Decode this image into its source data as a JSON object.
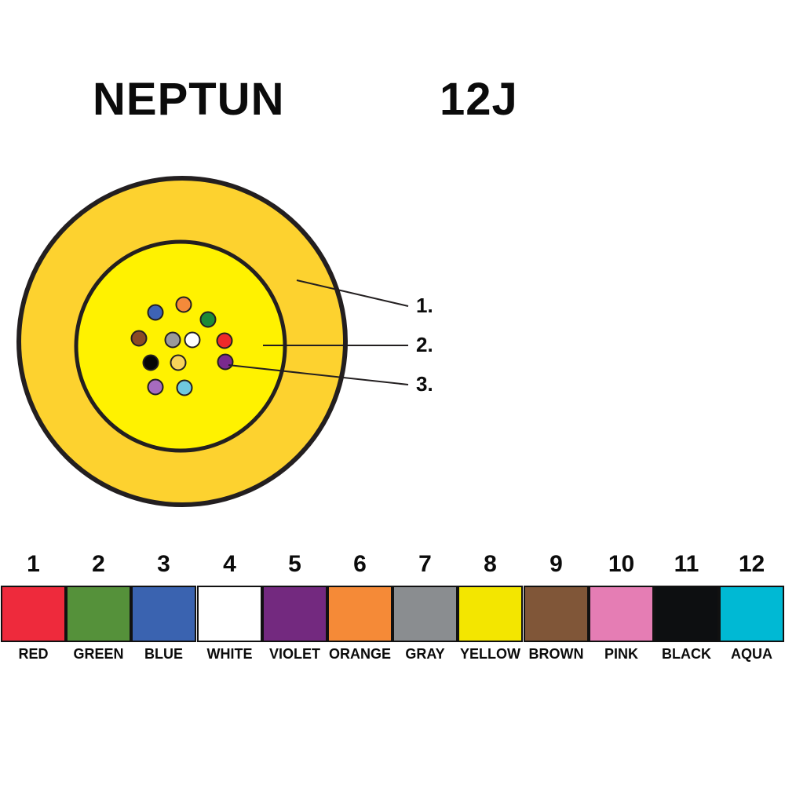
{
  "title": {
    "name": "NEPTUN",
    "code": "12J"
  },
  "callouts": [
    "1.",
    "2.",
    "3."
  ],
  "colors": {
    "outer_jacket": "#fdd22f",
    "inner_core": "#fff200",
    "outline": "#231f20"
  },
  "fibers": [
    {
      "color_name": "blue",
      "hex": "#3e63b5"
    },
    {
      "color_name": "orange",
      "hex": "#f58a3a"
    },
    {
      "color_name": "green",
      "hex": "#1e8a36"
    },
    {
      "color_name": "brown",
      "hex": "#8a4a25"
    },
    {
      "color_name": "gray",
      "hex": "#9a9a9a"
    },
    {
      "color_name": "white",
      "hex": "#ffffff"
    },
    {
      "color_name": "red",
      "hex": "#ef2a2a"
    },
    {
      "color_name": "black",
      "hex": "#050505"
    },
    {
      "color_name": "yellow",
      "hex": "#f7d35a"
    },
    {
      "color_name": "violet",
      "hex": "#7a2a8e"
    },
    {
      "color_name": "pink",
      "hex": "#a66bbf"
    },
    {
      "color_name": "aqua",
      "hex": "#6fc8de"
    }
  ],
  "legend": [
    {
      "number": "1",
      "name": "RED",
      "hex": "#ee2a3c"
    },
    {
      "number": "2",
      "name": "GREEN",
      "hex": "#55913a"
    },
    {
      "number": "3",
      "name": "BLUE",
      "hex": "#3a63b0"
    },
    {
      "number": "4",
      "name": "WHITE",
      "hex": "#ffffff"
    },
    {
      "number": "5",
      "name": "VIOLET",
      "hex": "#73297f"
    },
    {
      "number": "6",
      "name": "ORANGE",
      "hex": "#f58a37"
    },
    {
      "number": "7",
      "name": "GRAY",
      "hex": "#8a8d90"
    },
    {
      "number": "8",
      "name": "YELLOW",
      "hex": "#f3e600"
    },
    {
      "number": "9",
      "name": "BROWN",
      "hex": "#805638"
    },
    {
      "number": "10",
      "name": "PINK",
      "hex": "#e57db4"
    },
    {
      "number": "11",
      "name": "BLACK",
      "hex": "#0d0f11"
    },
    {
      "number": "12",
      "name": "AQUA",
      "hex": "#00b9d4"
    }
  ]
}
